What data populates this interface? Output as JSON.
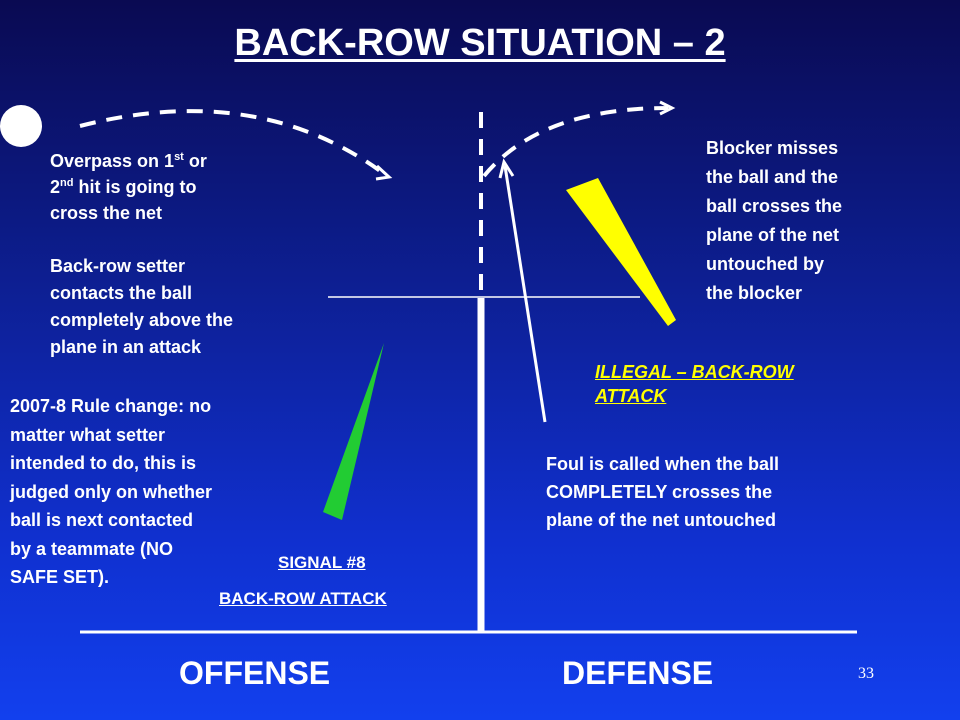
{
  "title": "BACK-ROW SITUATION – 2",
  "notes": {
    "overpass": {
      "part1": "Overpass on 1",
      "sup1": "st",
      "part2": " or",
      "part3": "2",
      "sup2": "nd",
      "part4": " hit is going to",
      "part5": "cross the net"
    },
    "setter": [
      "Back-row setter",
      "contacts the ball",
      "completely above the",
      "plane in an attack"
    ],
    "rule_change": [
      "2007-8 Rule change: no",
      "matter what setter",
      "intended to do, this is",
      "judged only on whether",
      "ball is next contacted",
      "by a teammate (NO",
      "SAFE SET)."
    ],
    "blocker": [
      "Blocker misses",
      "the ball and the",
      "ball crosses the",
      "plane of the net",
      "untouched by",
      "the blocker"
    ],
    "foul": [
      "Foul is called when the ball",
      "COMPLETELY crosses the",
      "plane of the net untouched"
    ]
  },
  "labels": {
    "illegal": [
      "ILLEGAL – BACK-ROW",
      "ATTACK"
    ],
    "signal": "SIGNAL #8",
    "backrow_attack": "BACK-ROW ATTACK",
    "offense": "OFFENSE",
    "defense": "DEFENSE"
  },
  "colors": {
    "background_top": "#0a0a52",
    "background_bottom": "#1240ee",
    "text": "#ffffff",
    "illegal_label": "#ffff00",
    "yellow_flag": "#ffff00",
    "green_flag": "#22cc33"
  },
  "page_number": "33"
}
